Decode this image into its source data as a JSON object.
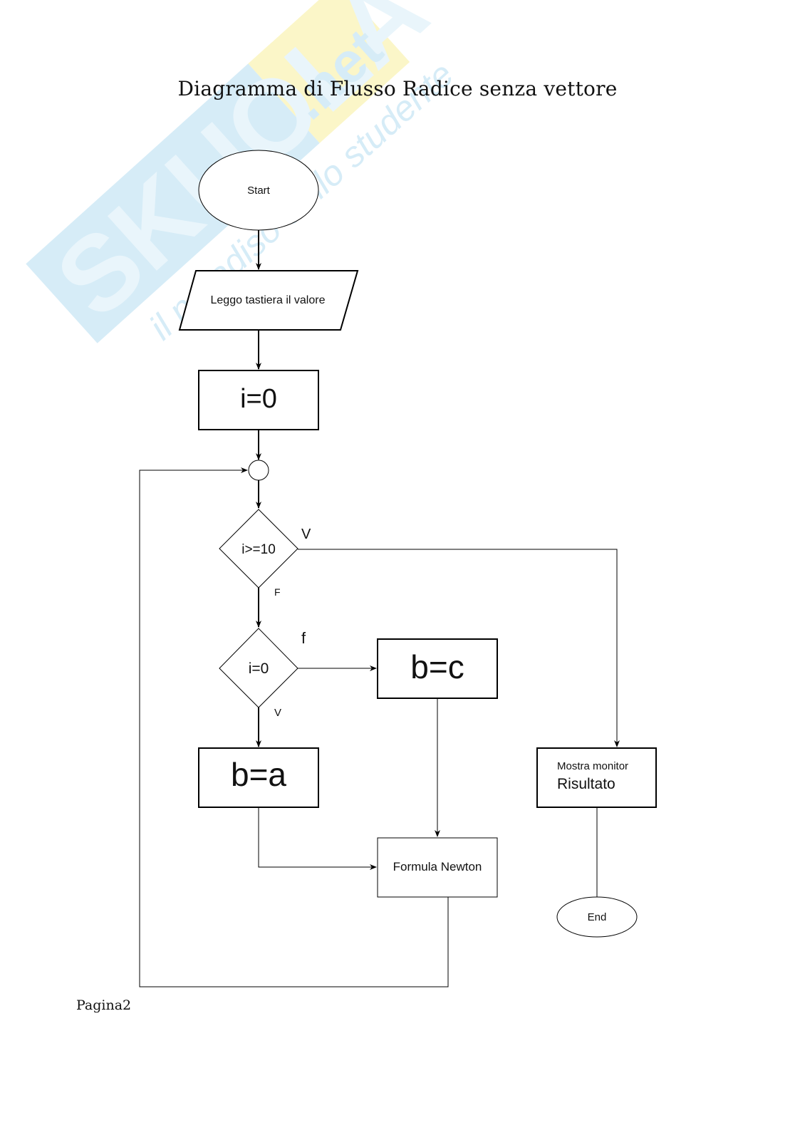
{
  "document": {
    "title": "Diagramma di Flusso Radice senza vettore",
    "footer": "Pagina2"
  },
  "watermark": {
    "brand": "SKUOLA",
    "brand_suffix": ".net",
    "tagline": "il paradiso dello studente",
    "colors": {
      "blue": "#d6ecf7",
      "yellow": "#fbf6c8"
    }
  },
  "flowchart": {
    "nodes": {
      "start": {
        "type": "terminal",
        "label": "Start"
      },
      "input": {
        "type": "io",
        "label": "Leggo tastiera il valore"
      },
      "init": {
        "type": "process",
        "label": "i=0"
      },
      "junction": {
        "type": "connector",
        "label": ""
      },
      "cond1": {
        "type": "decision",
        "label": "i>=10"
      },
      "cond2": {
        "type": "decision",
        "label": "i=0"
      },
      "bc": {
        "type": "process",
        "label": "b=c"
      },
      "ba": {
        "type": "process",
        "label": "b=a"
      },
      "newton": {
        "type": "process",
        "label": "Formula Newton"
      },
      "output": {
        "type": "process",
        "label_line1": "Mostra monitor",
        "label_line2": "Risultato"
      },
      "end": {
        "type": "terminal",
        "label": "End"
      }
    },
    "edge_labels": {
      "cond1_true": "V",
      "cond1_false": "F",
      "cond2_false": "f",
      "cond2_true": "V"
    },
    "edges": [
      {
        "from": "start",
        "to": "input"
      },
      {
        "from": "input",
        "to": "init"
      },
      {
        "from": "init",
        "to": "junction"
      },
      {
        "from": "junction",
        "to": "cond1"
      },
      {
        "from": "cond1",
        "to": "output",
        "label": "V"
      },
      {
        "from": "cond1",
        "to": "cond2",
        "label": "F"
      },
      {
        "from": "cond2",
        "to": "bc",
        "label": "f"
      },
      {
        "from": "cond2",
        "to": "ba",
        "label": "V"
      },
      {
        "from": "bc",
        "to": "newton"
      },
      {
        "from": "ba",
        "to": "newton"
      },
      {
        "from": "newton",
        "to": "junction"
      },
      {
        "from": "output",
        "to": "end"
      }
    ]
  }
}
